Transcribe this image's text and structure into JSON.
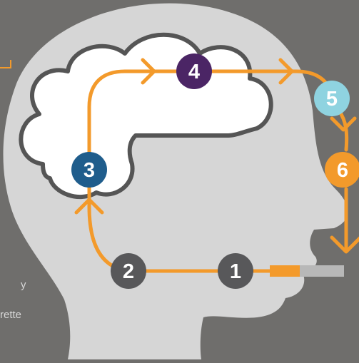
{
  "colors": {
    "background": "#6f6e6c",
    "head": "#d6d6d6",
    "cloud": "#ffffff",
    "cloud_outline": "#555555",
    "path": "#f39a2b",
    "node_grey": "#58585a",
    "node_blue": "#1f5d8c",
    "node_purple": "#4b2565",
    "node_lightblue": "#8fd3e0",
    "node_orange": "#f39a2b",
    "cigarette_filter": "#f39a2b",
    "cigarette_body": "#b8b8b8"
  },
  "nodes": [
    {
      "id": "1",
      "label": "1",
      "color": "#58585a"
    },
    {
      "id": "2",
      "label": "2",
      "color": "#58585a"
    },
    {
      "id": "3",
      "label": "3",
      "color": "#1f5d8c"
    },
    {
      "id": "4",
      "label": "4",
      "color": "#4b2565"
    },
    {
      "id": "5",
      "label": "5",
      "color": "#8fd3e0"
    },
    {
      "id": "6",
      "label": "6",
      "color": "#f39a2b"
    }
  ],
  "edge_text": {
    "line1": "y",
    "line2": "rette"
  }
}
